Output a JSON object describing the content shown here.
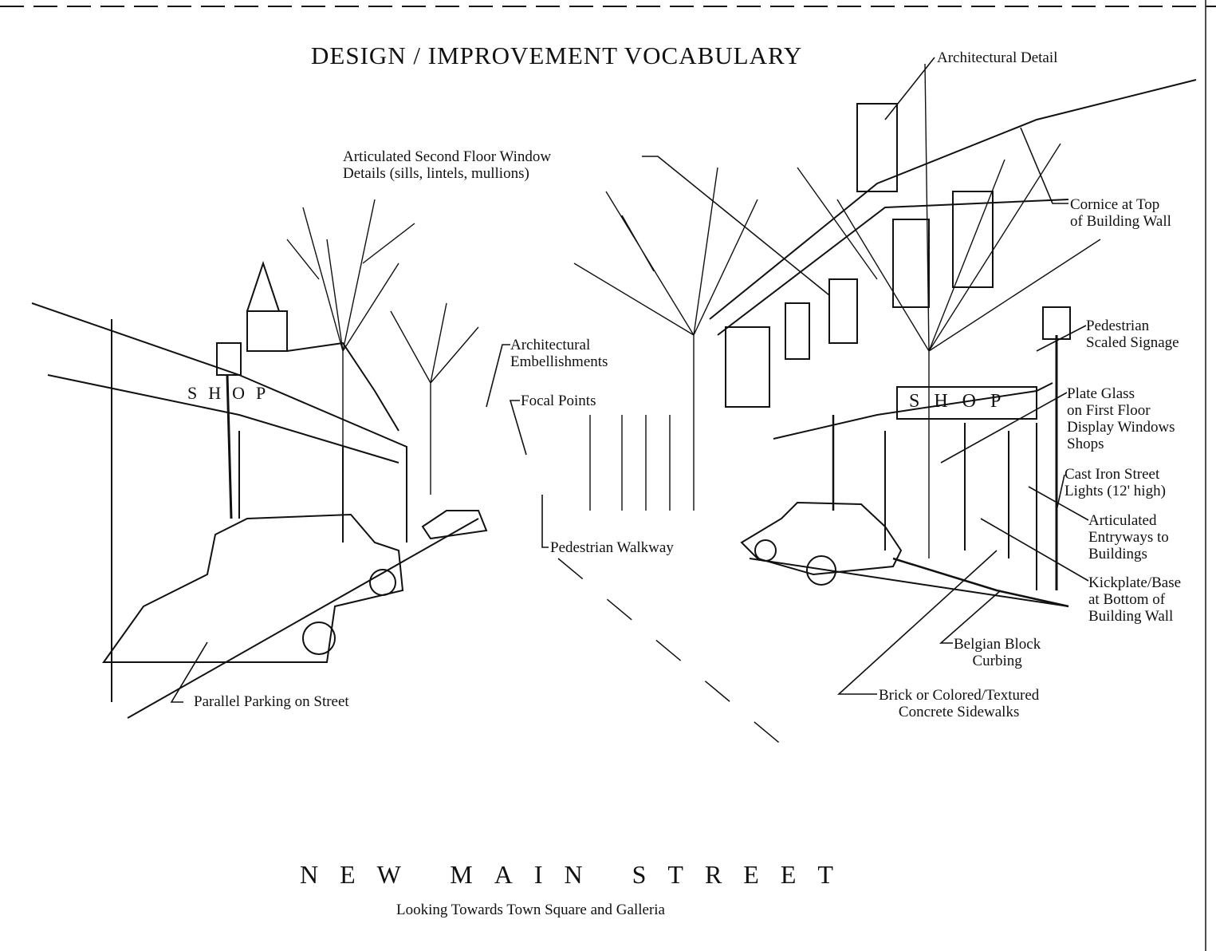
{
  "title": "DESIGN / IMPROVEMENT VOCABULARY",
  "labels": {
    "architectural_detail": [
      "Architectural Detail"
    ],
    "second_floor_windows": [
      "Articulated Second Floor Window",
      "Details (sills, lintels, mullions)"
    ],
    "cornice": [
      "Cornice at Top",
      "of Building Wall"
    ],
    "signage": [
      "Pedestrian",
      "Scaled Signage"
    ],
    "embellishments": [
      "Architectural",
      "Embellishments"
    ],
    "focal_points": [
      "Focal Points"
    ],
    "plate_glass": [
      "Plate Glass",
      "on First Floor",
      "Display Windows",
      "Shops"
    ],
    "street_lights": [
      "Cast Iron Street",
      "Lights (12' high)"
    ],
    "entryways": [
      "Articulated",
      "Entryways to",
      "Buildings"
    ],
    "pedestrian_walkway": [
      "Pedestrian Walkway"
    ],
    "kickplate": [
      "Kickplate/Base",
      "at Bottom of",
      "Building Wall"
    ],
    "curbing": [
      "Belgian Block",
      "Curbing"
    ],
    "parking": [
      "Parallel Parking on Street"
    ],
    "sidewalks": [
      "Brick or Colored/Textured",
      "Concrete Sidewalks"
    ]
  },
  "shop_signs": [
    "SHOP",
    "SHOP"
  ],
  "footer": {
    "heading": "NEW MAIN STREET",
    "subtitle": "Looking Towards Town Square and Galleria"
  }
}
